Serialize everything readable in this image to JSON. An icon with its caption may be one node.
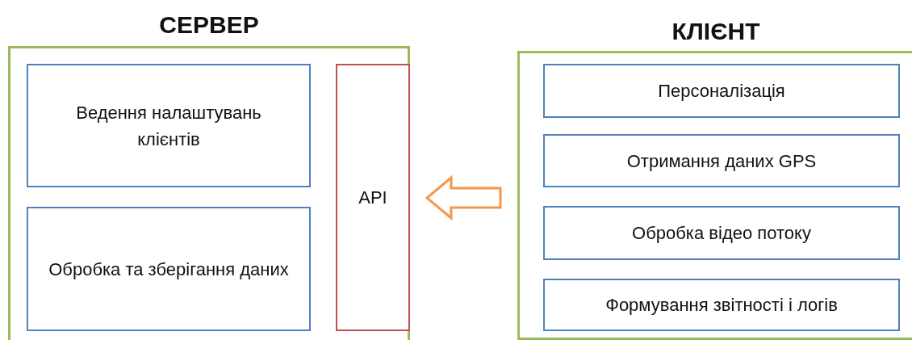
{
  "diagram": {
    "nodes": [
      {
        "text": [
          "СЕРВЕР"
        ]
      },
      {
        "text": [
          "Ведення налаштувань клієнтів"
        ],
        "in": 0
      },
      {
        "text": [
          "Обробка та зберігання даних"
        ],
        "in": 0
      },
      {
        "text": [
          "API"
        ],
        "in": 0
      },
      {
        "text": [
          "КЛІЄНТ"
        ]
      },
      {
        "text": [
          "Персоналізація"
        ],
        "in": 4
      },
      {
        "text": [
          "Отримання даних GPS"
        ],
        "in": 4
      },
      {
        "text": [
          "Обробка відео потоку"
        ],
        "in": 4
      },
      {
        "text": [
          "Формування звітності і логів"
        ],
        "in": 4
      }
    ],
    "edges": [
      {
        "from": 4,
        "to": 3,
        "arrow": "to",
        "style": "thick",
        "color": "#f79646"
      }
    ]
  }
}
